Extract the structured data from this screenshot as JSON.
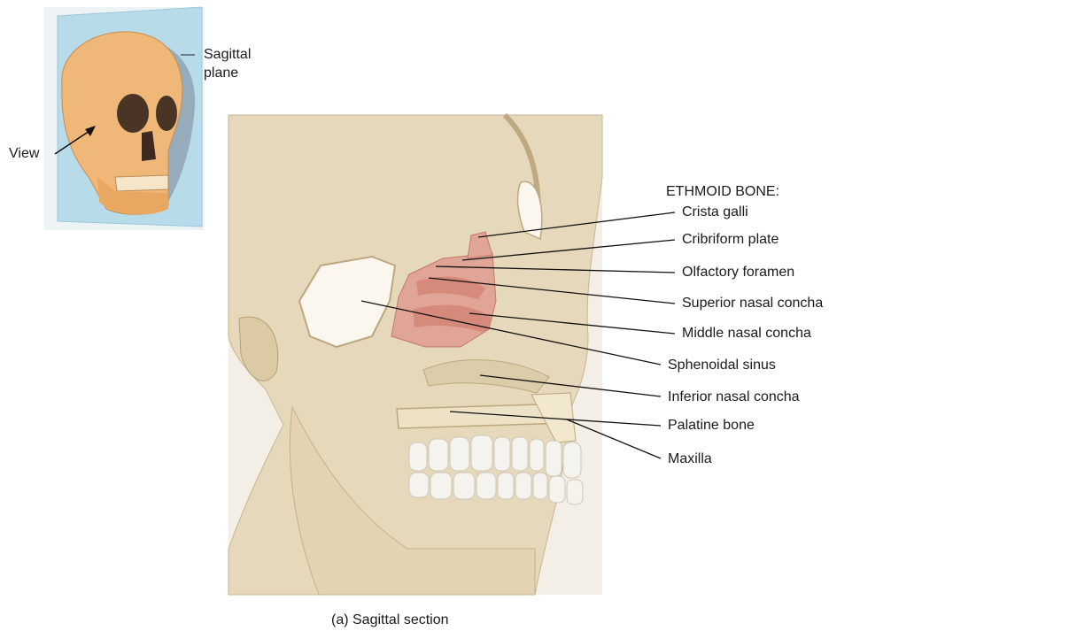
{
  "inset": {
    "plane_label_line1": "Sagittal",
    "plane_label_line2": "plane",
    "view_label": "View"
  },
  "header": "ETHMOID BONE:",
  "labels": {
    "crista_galli": "Crista galli",
    "cribriform_plate": "Cribriform plate",
    "olfactory_foramen": "Olfactory foramen",
    "superior_nasal_concha": "Superior nasal concha",
    "middle_nasal_concha": "Middle nasal concha",
    "sphenoidal_sinus": "Sphenoidal sinus",
    "inferior_nasal_concha": "Inferior nasal concha",
    "palatine_bone": "Palatine bone",
    "maxilla": "Maxilla"
  },
  "caption": "(a) Sagittal section",
  "colors": {
    "bone": "#e6d8bb",
    "bone_shadow": "#cbb893",
    "ethmoid": "#e0a597",
    "plane": "#b8dbe9",
    "skull_inset": "#f0b878",
    "teeth": "#f5f3ee"
  }
}
